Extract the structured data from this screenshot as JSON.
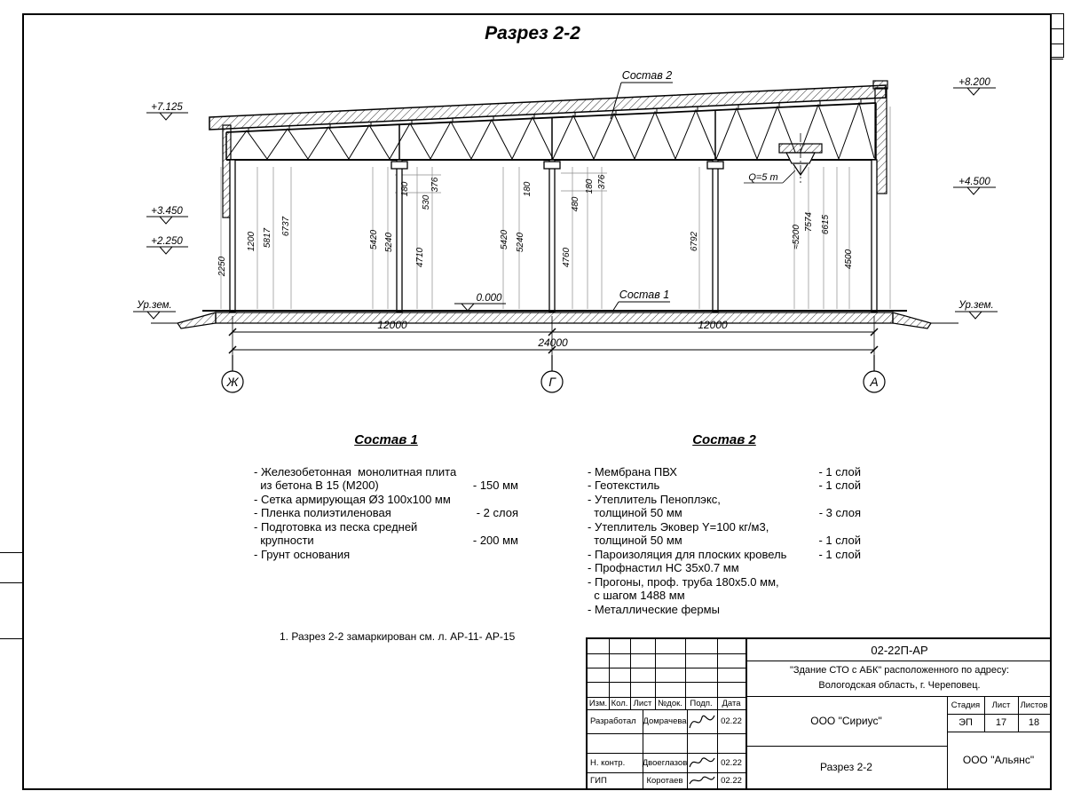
{
  "page": {
    "title": "Разрез 2-2"
  },
  "drawing": {
    "elev_left": [
      "+7.125",
      "+3.450",
      "+2.250"
    ],
    "ground_left": "Ур.зем.",
    "elev_right": [
      "+8.200",
      "+4.500"
    ],
    "ground_right": "Ур.зем.",
    "zero_level": "0.000",
    "crane_capacity": "Q=5 т",
    "sostav1_ref": "Состав 1",
    "sostav2_ref": "Состав 2",
    "vdims": [
      "2250",
      "1200",
      "5817",
      "6737",
      "5420",
      "5240",
      "180",
      "530",
      "376",
      "4710",
      "5420",
      "5240",
      "180",
      "180",
      "480",
      "376",
      "4760",
      "6792",
      "≈5200",
      "7574",
      "6615",
      "4500"
    ],
    "span1": "12000",
    "span2": "12000",
    "total": "24000",
    "axes": [
      "Ж",
      "Г",
      "А"
    ]
  },
  "sostav1": {
    "title": "Состав 1",
    "rows": [
      {
        "text": "- Железобетонная  монолитная плита",
        "value": ""
      },
      {
        "text": "  из бетона В 15 (М200)",
        "value": "- 150 мм"
      },
      {
        "text": "- Сетка армирующая Ø3 100х100 мм",
        "value": ""
      },
      {
        "text": "- Пленка полиэтиленовая",
        "value": "- 2 слоя"
      },
      {
        "text": "- Подготовка из песка средней",
        "value": ""
      },
      {
        "text": "  крупности",
        "value": "- 200 мм"
      },
      {
        "text": "- Грунт основания",
        "value": ""
      }
    ]
  },
  "sostav2": {
    "title": "Состав 2",
    "rows": [
      {
        "text": "- Мембрана ПВХ",
        "value": "- 1 слой"
      },
      {
        "text": "- Геотекстиль",
        "value": "- 1 слой"
      },
      {
        "text": "- Утеплитель Пеноплэкс,",
        "value": ""
      },
      {
        "text": "  толщиной 50 мм",
        "value": "- 3 слоя"
      },
      {
        "text": "- Утеплитель Эковер Y=100 кг/м3,",
        "value": ""
      },
      {
        "text": "  толщиной 50 мм",
        "value": "- 1 слой"
      },
      {
        "text": "- Пароизоляция для плоских кровель",
        "value": "- 1 слой"
      },
      {
        "text": "- Профнастил НС 35х0.7 мм",
        "value": ""
      },
      {
        "text": "- Прогоны, проф. труба 180х5.0 мм,",
        "value": ""
      },
      {
        "text": "  с шагом 1488 мм",
        "value": ""
      },
      {
        "text": "- Металлические фермы",
        "value": ""
      }
    ]
  },
  "note": "1. Разрез 2-2 замаркирован см. л. АР-11- АР-15",
  "titleblock": {
    "doc_number": "02-22П-АР",
    "project_line1": "\"Здание СТО с АБК\" расположенного по адресу:",
    "project_line2": "Вологодская область, г. Череповец.",
    "col_izm": "Изм.",
    "col_kol": "Кол.",
    "col_list": "Лист",
    "col_ndok": "№док.",
    "col_podp": "Подп.",
    "col_data": "Дата",
    "row1_role": "Разработал",
    "row1_name": "Домрачева",
    "row1_date": "02.22",
    "row2_role": "Н. контр.",
    "row2_name": "Двоеглазов",
    "row2_date": "02.22",
    "row3_role": "ГИП",
    "row3_name": "Коротаев",
    "row3_date": "02.22",
    "org_designer": "ООО \"Сириус\"",
    "sheet_name": "Разрез 2-2",
    "stage_label": "Стадия",
    "sheet_label": "Лист",
    "sheets_label": "Листов",
    "stage_value": "ЭП",
    "sheet_value": "17",
    "sheets_value": "18",
    "org_client": "ООО \"Альянс\""
  }
}
